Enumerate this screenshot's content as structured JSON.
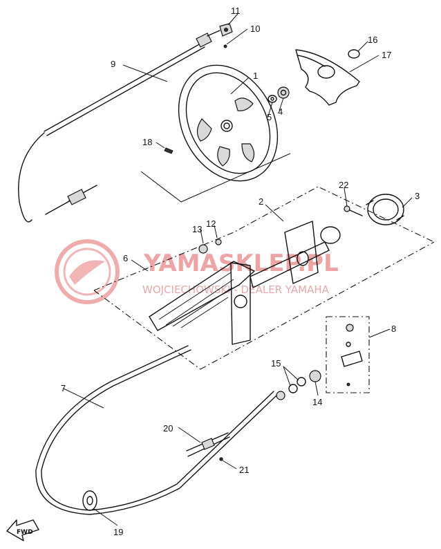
{
  "callouts": {
    "c1": "1",
    "c2": "2",
    "c3": "3",
    "c4": "4",
    "c5": "5",
    "c6": "6",
    "c7": "7",
    "c8": "8",
    "c9": "9",
    "c10": "10",
    "c11": "11",
    "c12": "12",
    "c13": "13",
    "c14": "14",
    "c15": "15",
    "c16": "16",
    "c17": "17",
    "c18": "18",
    "c19": "19",
    "c20": "20",
    "c21": "21",
    "c22": "22"
  },
  "watermark": {
    "brand": "YAMASKLEP.PL",
    "subtitle": "WOJCIECHOWSKI - DEALER YAMAHA",
    "color": "#e05a5a"
  },
  "direction_arrow": {
    "label": "FWD"
  }
}
